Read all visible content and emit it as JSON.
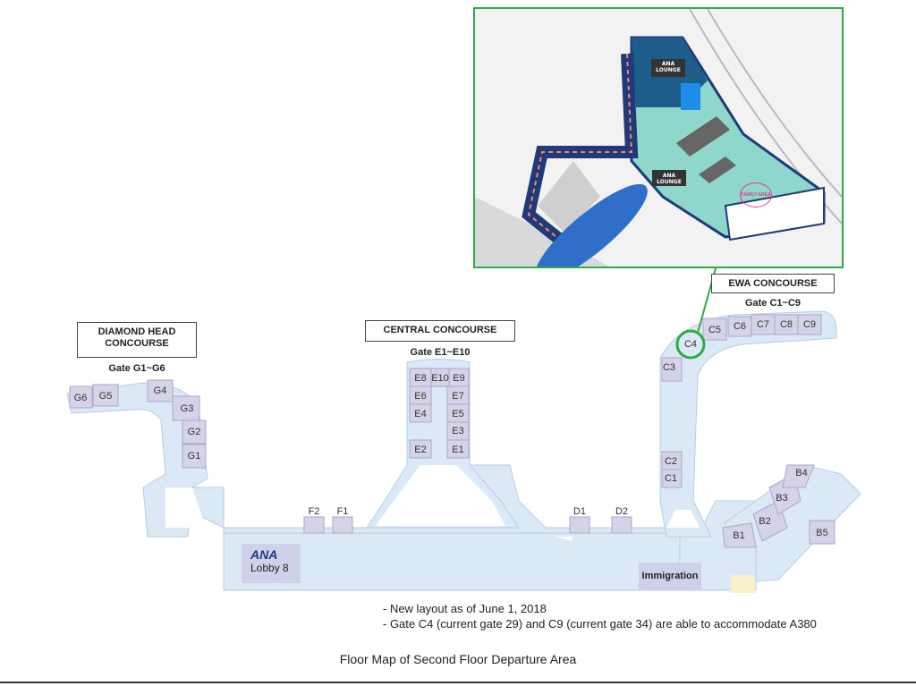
{
  "concourses": {
    "diamond_head": {
      "title_line1": "DIAMOND HEAD",
      "title_line2": "CONCOURSE",
      "gate_range": "Gate G1~G6"
    },
    "central": {
      "title": "CENTRAL CONCOURSE",
      "gate_range": "Gate E1~E10"
    },
    "ewa": {
      "title": "EWA CONCOURSE",
      "gate_range": "Gate C1~C9"
    }
  },
  "gates": {
    "G": [
      "G6",
      "G5",
      "G4",
      "G3",
      "G2",
      "G1"
    ],
    "E": [
      "E8",
      "E10",
      "E9",
      "E6",
      "E7",
      "E4",
      "E5",
      "E3",
      "E2",
      "E1"
    ],
    "C": [
      "C5",
      "C6",
      "C7",
      "C8",
      "C9",
      "C4",
      "C3",
      "C2",
      "C1"
    ],
    "F": [
      "F2",
      "F1"
    ],
    "D": [
      "D1",
      "D2"
    ],
    "B": [
      "B4",
      "B3",
      "B2",
      "B1",
      "B5"
    ]
  },
  "lobby": {
    "brand": "ANA",
    "label": "Lobby 8"
  },
  "immigration": "Immigration",
  "inset": {
    "lounge_top": "ANA LOUNGE",
    "lounge_mid": "ANA LOUNGE",
    "family_area": "FAMILY AREA"
  },
  "notes": [
    "- New layout as of June 1, 2018",
    "- Gate C4 (current gate 29) and C9 (current gate 34) are able to accommodate A380"
  ],
  "caption": "Floor Map of Second Floor Departure Area",
  "colors": {
    "corridor": "#dbe9f6",
    "gate": "#d5d3e8",
    "highlight": "#2eaa48",
    "lounge": "#8fd6cb",
    "lounge_dark": "#1e5d8a"
  }
}
